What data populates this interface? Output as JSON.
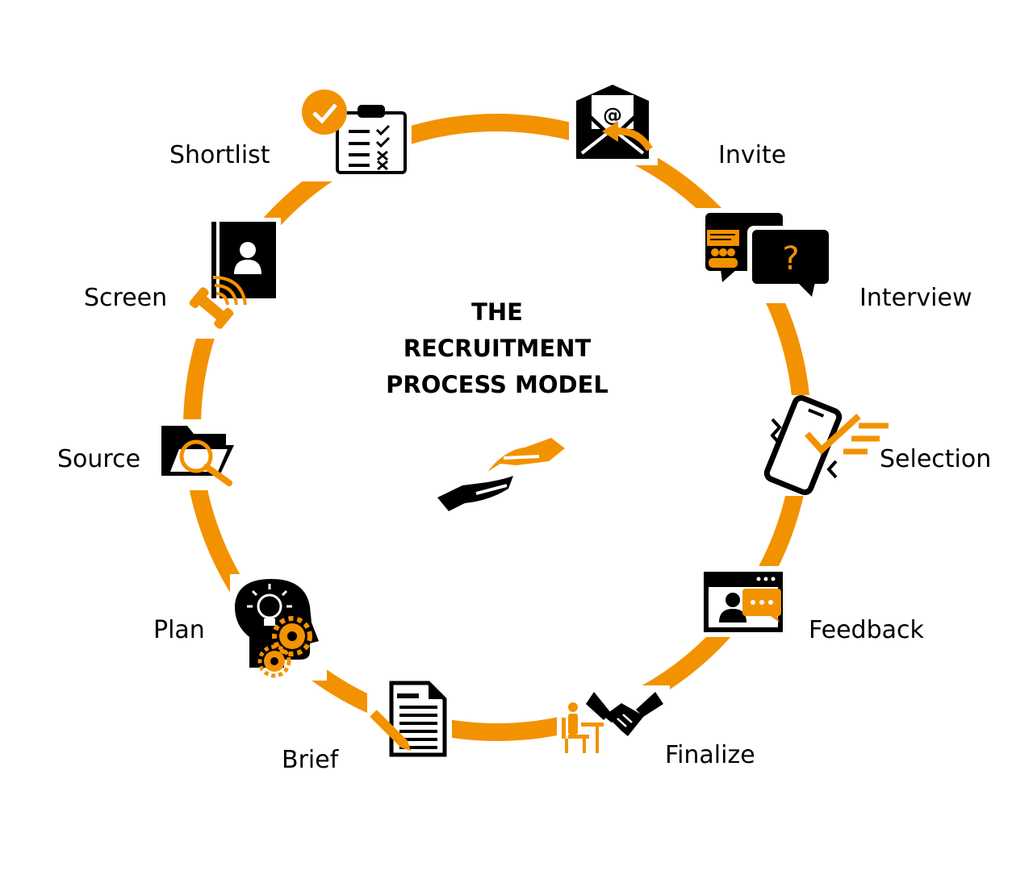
{
  "title_lines": [
    "THE",
    "RECRUITMENT",
    "PROCESS MODEL"
  ],
  "steps": [
    {
      "label": "Shortlist",
      "icon": "clipboard-checklist-icon"
    },
    {
      "label": "Invite",
      "icon": "email-envelope-icon"
    },
    {
      "label": "Interview",
      "icon": "chat-bubbles-icon"
    },
    {
      "label": "Selection",
      "icon": "phone-check-icon"
    },
    {
      "label": "Feedback",
      "icon": "video-chat-icon"
    },
    {
      "label": "Finalize",
      "icon": "handshake-icon"
    },
    {
      "label": "Brief",
      "icon": "document-pencil-icon"
    },
    {
      "label": "Plan",
      "icon": "head-lightbulb-gears-icon"
    },
    {
      "label": "Source",
      "icon": "folder-search-icon"
    },
    {
      "label": "Screen",
      "icon": "contact-book-phone-icon"
    }
  ],
  "colors": {
    "accent": "#F39200",
    "ink": "#000000",
    "background": "#FFFFFF"
  },
  "center_icon": "giving-hands-icon"
}
